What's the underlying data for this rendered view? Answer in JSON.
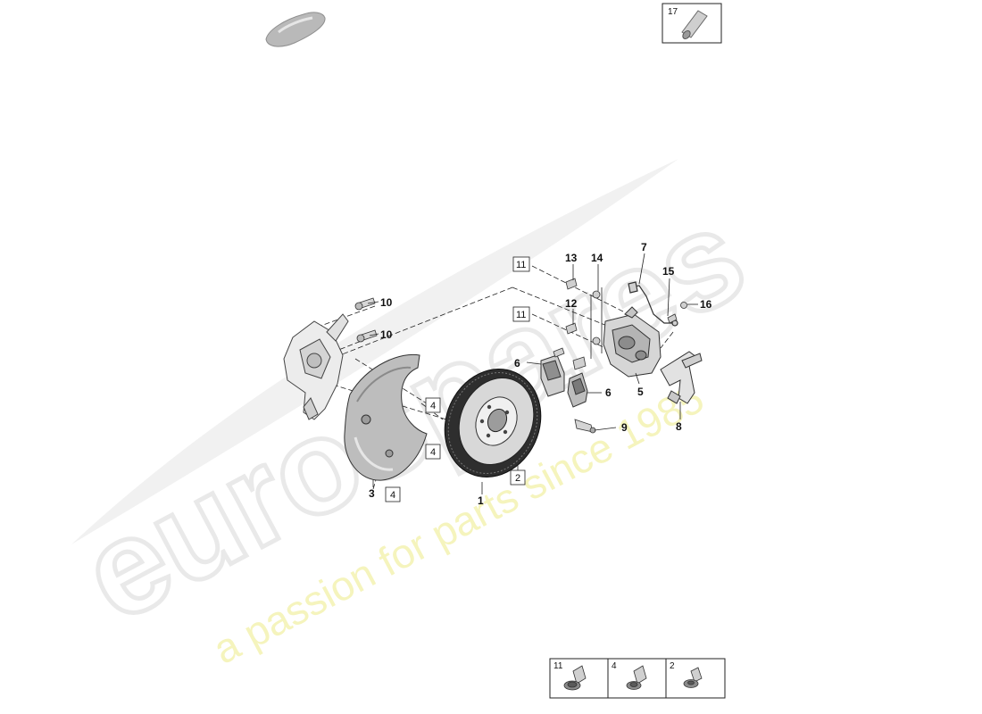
{
  "watermark": {
    "brand": "eurospares",
    "slogan": "a passion for parts since 1985"
  },
  "callouts": {
    "c1": "1",
    "c3": "3",
    "c5": "5",
    "c6a": "6",
    "c6b": "6",
    "c7": "7",
    "c8": "8",
    "c9": "9",
    "c10a": "10",
    "c10b": "10",
    "c12": "12",
    "c13": "13",
    "c14": "14",
    "c15": "15",
    "c16": "16"
  },
  "boxed_refs": {
    "b11a": "11",
    "b11b": "11",
    "b4a": "4",
    "b4b": "4",
    "b4c": "4",
    "b2": "2"
  },
  "top_right_part": {
    "number": "17"
  },
  "legend": [
    {
      "number": "11"
    },
    {
      "number": "4"
    },
    {
      "number": "2"
    }
  ],
  "colors": {
    "line": "#222222",
    "part_fill": "#d9d9d9",
    "part_dark": "#555555",
    "watermark_gray": "#eeeeee",
    "watermark_yellow": "#f4f3b4"
  }
}
